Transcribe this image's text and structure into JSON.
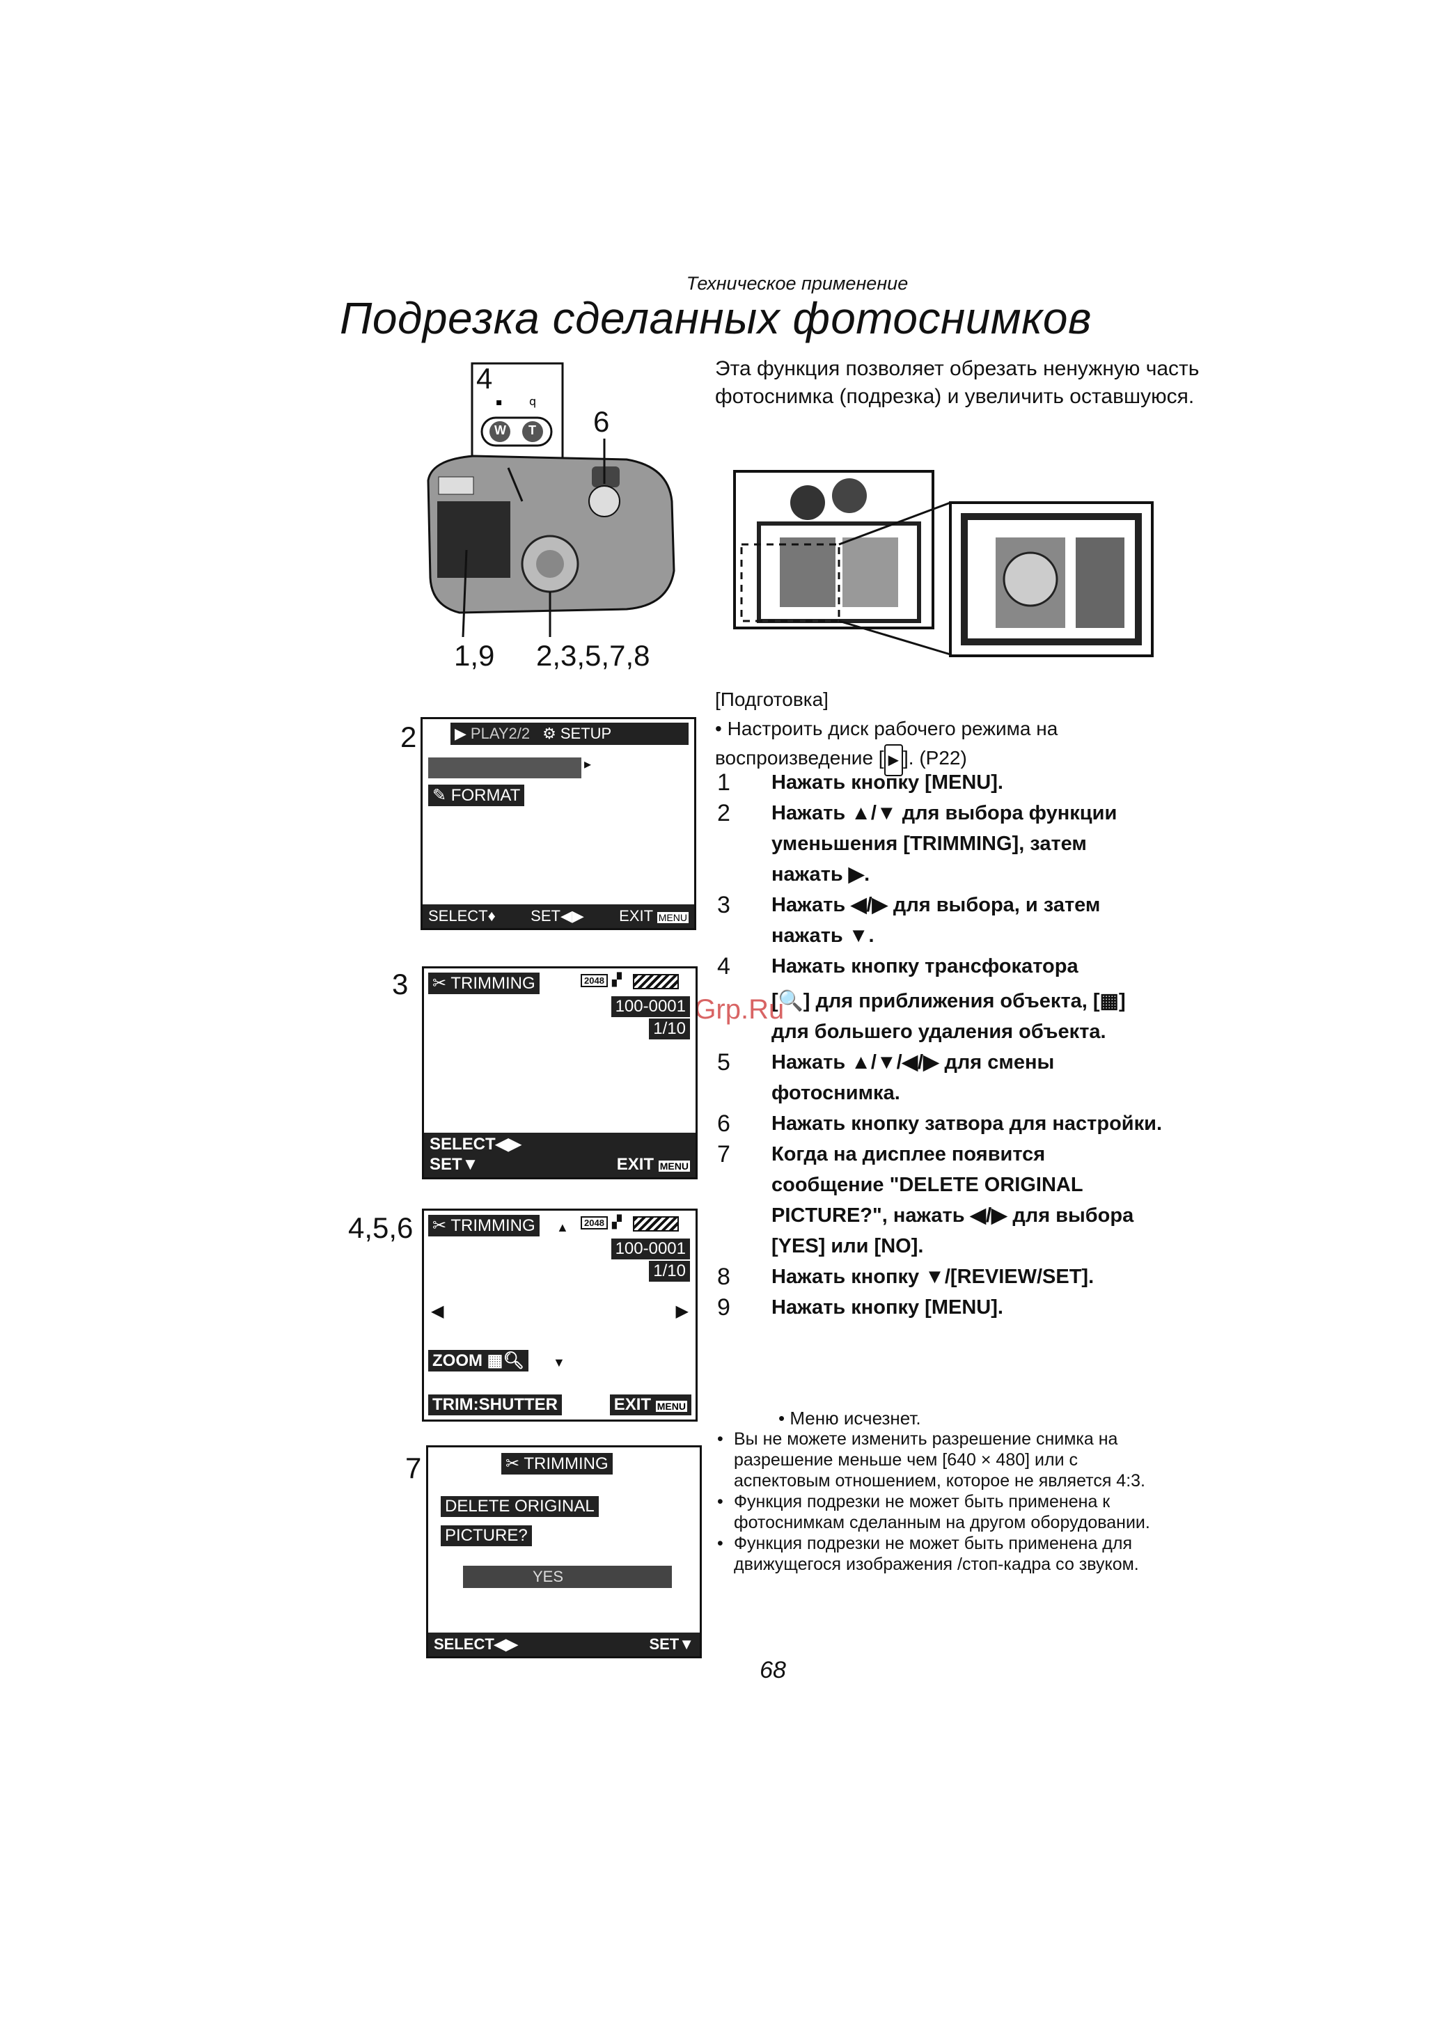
{
  "header": {
    "section": "Техническое применение",
    "title": "Подрезка сделанных фотоснимков"
  },
  "intro": "Эта функция позволяет обрезать ненужную часть фотоснимка (подрезка) и увеличить оставшуюся.",
  "camera_callouts": {
    "zoom_button": "4",
    "shutter": "6",
    "menu": "1,9",
    "dial": "2,3,5,7,8",
    "w_key": "W",
    "t_key": "T"
  },
  "preparation": {
    "heading": "[Подготовка]",
    "bullet_pre": "Настроить диск рабочего режима на воспроизведение [",
    "bullet_post": "]. (P22)"
  },
  "steps": [
    {
      "n": "1",
      "text": "Нажать кнопку [MENU]."
    },
    {
      "n": "2",
      "text": "Нажать ▲/▼ для выбора функции уменьшения [TRIMMING], затем нажать ▶."
    },
    {
      "n": "3",
      "text": "Нажать ◀/▶ для выбора, и затем нажать ▼."
    },
    {
      "n": "4",
      "text": "Нажать кнопку трансфокатора"
    },
    {
      "n": "",
      "text": "[🔍] для приближения объекта, [▦] для большего удаления объекта."
    },
    {
      "n": "5",
      "text": "Нажать ▲/▼/◀/▶ для смены фотоснимка."
    },
    {
      "n": "6",
      "text": "Нажать кнопку затвора для настройки."
    },
    {
      "n": "7",
      "text": "Когда на дисплее появится сообщение \"DELETE ORIGINAL PICTURE?\", нажать ◀/▶ для выбора [YES] или [NO]."
    },
    {
      "n": "8",
      "text": "Нажать кнопку ▼/[REVIEW/SET]."
    },
    {
      "n": "9",
      "text": "Нажать кнопку [MENU]."
    }
  ],
  "sub_note": "Меню исчезнет.",
  "notes": [
    "Вы не можете изменить разрешение снимка на разрешение меньше чем [640 × 480] или с аспектовым отношением, которое не является 4:3.",
    "Функция подрезки не может быть применена к фотоснимкам сделанным на другом оборудовании.",
    "Функция подрезки не может быть применена для движущегося изображения /стоп-кадра со звуком."
  ],
  "screens": {
    "s2": {
      "label": "2",
      "tab_play": "PLAY2/2",
      "tab_setup": "SETUP",
      "item": "FORMAT",
      "select": "SELECT♦",
      "set": "SET◀▶",
      "exit": "EXIT",
      "menu": "MENU"
    },
    "s3": {
      "label": "3",
      "title": "TRIMMING",
      "res": "2048",
      "file": "100-0001",
      "count": "1/10",
      "select": "SELECT◀▶",
      "set": "SET▼",
      "exit": "EXIT",
      "menu": "MENU"
    },
    "s456": {
      "label": "4,5,6",
      "title": "TRIMMING",
      "res": "2048",
      "file": "100-0001",
      "count": "1/10",
      "zoom": "ZOOM",
      "trim": "TRIM:SHUTTER",
      "exit": "EXIT",
      "menu": "MENU"
    },
    "s7": {
      "label": "7",
      "title": "TRIMMING",
      "line1": "DELETE ORIGINAL",
      "line2": "PICTURE?",
      "yes": "YES",
      "select": "SELECT◀▶",
      "set": "SET▼"
    }
  },
  "page_number": "68",
  "watermark": "McGrp.Ru"
}
